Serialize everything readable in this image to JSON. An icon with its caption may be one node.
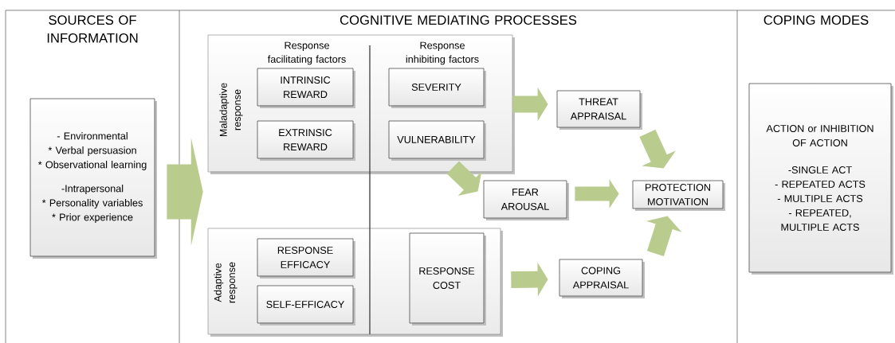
{
  "diagram": {
    "nodes": [
      {
        "text": [
          "SOURCES OF INFORMATION"
        ]
      },
      {
        "text": [
          "- Environmental",
          "* Verbal persuasion",
          "* Observational learning",
          "-Intrapersonal",
          "* Personality variables",
          "* Prior experience"
        ],
        "in": 0
      },
      {
        "text": [
          "COGNITIVE MEDIATING PROCESSES"
        ]
      },
      {
        "text": [
          "Maladaptive response",
          "Response facilitating factors",
          "Response inhibiting factors"
        ],
        "in": 2
      },
      {
        "text": [
          "INTRINSIC REWARD"
        ],
        "in": 3
      },
      {
        "text": [
          "EXTRINSIC REWARD"
        ],
        "in": 3
      },
      {
        "text": [
          "SEVERITY"
        ],
        "in": 3
      },
      {
        "text": [
          "VULNERABILITY"
        ],
        "in": 3
      },
      {
        "text": [
          "Adaptive response"
        ],
        "in": 2
      },
      {
        "text": [
          "RESPONSE EFFICACY"
        ],
        "in": 8
      },
      {
        "text": [
          "SELF-EFFICACY"
        ],
        "in": 8
      },
      {
        "text": [
          "RESPONSE COST"
        ],
        "in": 8
      },
      {
        "text": [
          "THREAT APPRAISAL"
        ],
        "in": 2
      },
      {
        "text": [
          "FEAR AROUSAL"
        ],
        "in": 2
      },
      {
        "text": [
          "COPING APPRAISAL"
        ],
        "in": 2
      },
      {
        "text": [
          "PROTECTION MOTIVATION"
        ],
        "in": 2
      },
      {
        "text": [
          "COPING MODES"
        ]
      },
      {
        "text": [
          "ACTION or INHIBITION OF ACTION",
          "-SINGLE ACT",
          "- REPEATED ACTS",
          "- MULTIPLE ACTS",
          "- REPEATED, MULTIPLE ACTS"
        ],
        "in": 16
      }
    ],
    "edges": [
      {
        "from": 1,
        "to": 2,
        "arrow": "to",
        "style": "thick"
      },
      {
        "from": 3,
        "to": 12,
        "arrow": "to"
      },
      {
        "from": 3,
        "to": 13,
        "arrow": "to"
      },
      {
        "from": 13,
        "to": 15,
        "arrow": "to"
      },
      {
        "from": 12,
        "to": 15,
        "arrow": "to"
      },
      {
        "from": 8,
        "to": 14,
        "arrow": "to"
      },
      {
        "from": 14,
        "to": 15,
        "arrow": "to"
      }
    ]
  }
}
